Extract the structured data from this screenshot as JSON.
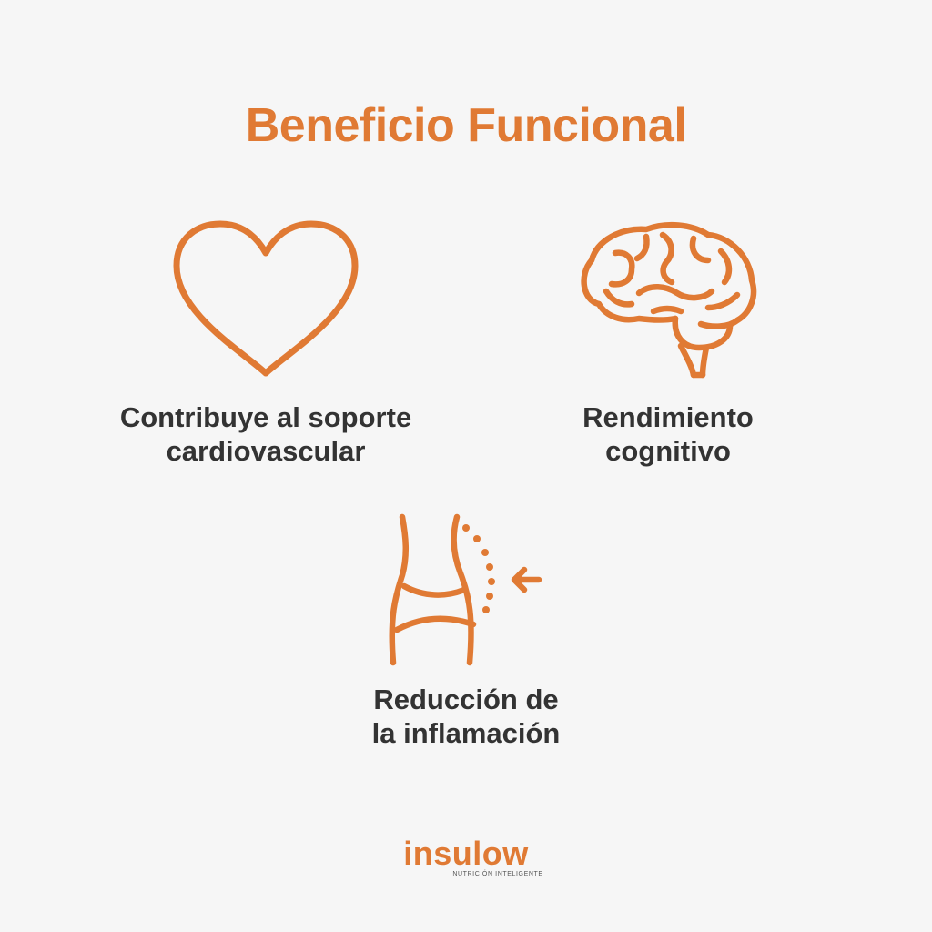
{
  "title": "Beneficio Funcional",
  "colors": {
    "accent": "#e07a34",
    "text": "#333333",
    "background": "#f6f6f6"
  },
  "benefits": [
    {
      "icon": "heart-icon",
      "line1": "Contribuye al soporte",
      "line2": "cardiovascular"
    },
    {
      "icon": "brain-icon",
      "line1": "Rendimiento",
      "line2": "cognitivo"
    },
    {
      "icon": "waist-icon",
      "line1": "Reducción de",
      "line2": "la inflamación"
    }
  ],
  "logo": {
    "word": "insulow",
    "tagline": "NUTRICIÓN INTELIGENTE"
  }
}
